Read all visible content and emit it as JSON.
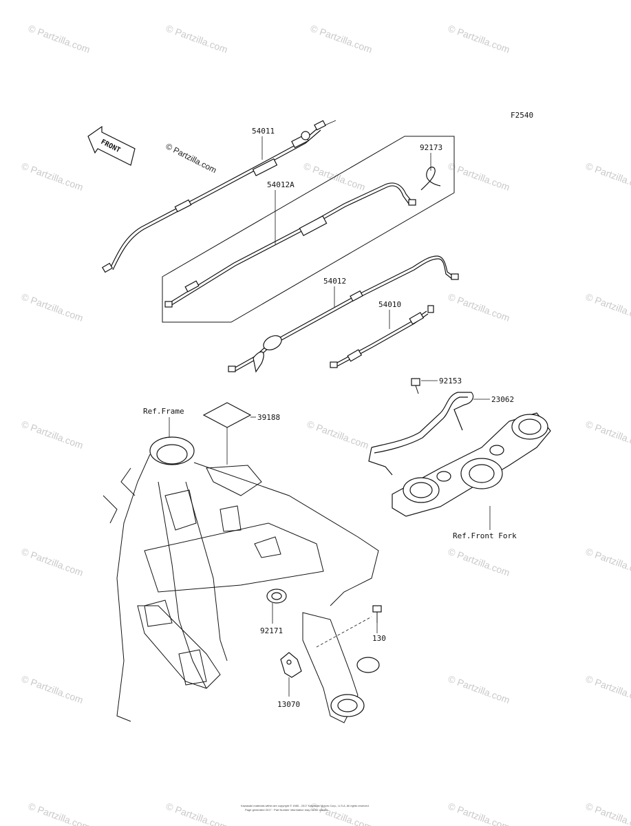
{
  "diagram_code": "F2540",
  "copyright_stamp": "© Partzilla.com",
  "watermark_text": "© Partzilla.com",
  "front_label": "FRONT",
  "parts": {
    "p54011": "54011",
    "p54012a": "54012A",
    "p92173": "92173",
    "p54012": "54012",
    "p54010": "54010",
    "p92153": "92153",
    "p23062": "23062",
    "p39188": "39188",
    "p92171": "92171",
    "p130": "130",
    "p13070": "13070"
  },
  "refs": {
    "frame": "Ref.Frame",
    "front_fork": "Ref.Front Fork"
  },
  "footer": {
    "line1": "Kawasaki materials within are copyright © 1985 - 2017 Kawasaki Motors Corp., U.S.A. All rights reserved.",
    "line2": "Page generated 2017 · Part Number information may not be current."
  },
  "colors": {
    "line": "#111111",
    "watermark": "#c9c9c9",
    "background": "#ffffff"
  }
}
